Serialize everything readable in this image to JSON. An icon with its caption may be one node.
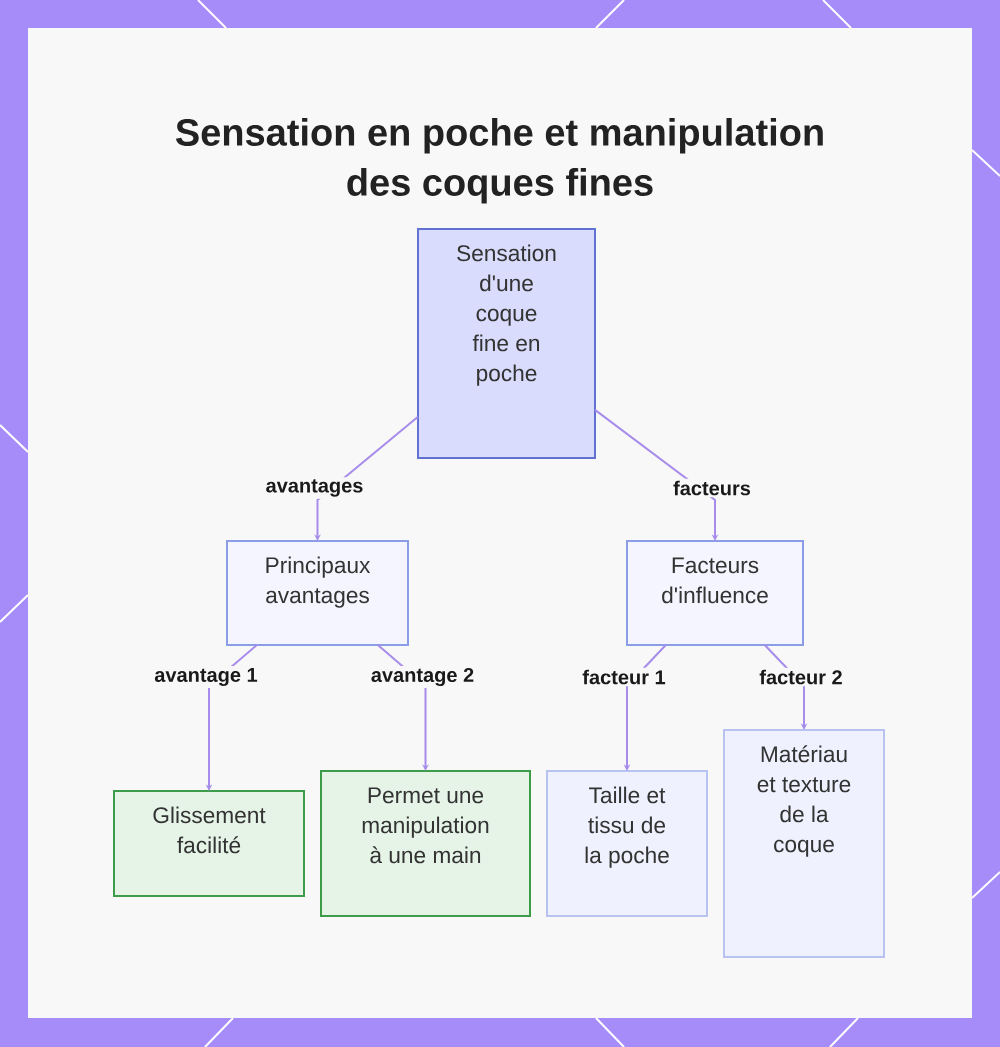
{
  "diagram": {
    "title": "Sensation en poche et manipulation des coques fines",
    "nodes": [
      {
        "text": [
          "Sensation d'une coque fine en poche"
        ]
      },
      {
        "text": [
          "Principaux avantages"
        ]
      },
      {
        "text": [
          "Facteurs d'influence"
        ]
      },
      {
        "text": [
          "Glissement facilité"
        ]
      },
      {
        "text": [
          "Permet une manipulation à une main"
        ]
      },
      {
        "text": [
          "Taille et tissu de la poche"
        ]
      },
      {
        "text": [
          "Matériau et texture de la coque"
        ]
      }
    ],
    "edges": [
      {
        "from": 0,
        "to": 1,
        "arrow": "to",
        "label": "avantages"
      },
      {
        "from": 0,
        "to": 2,
        "arrow": "to",
        "label": "facteurs"
      },
      {
        "from": 1,
        "to": 3,
        "arrow": "to",
        "label": "avantage 1"
      },
      {
        "from": 1,
        "to": 4,
        "arrow": "to",
        "label": "avantage 2"
      },
      {
        "from": 2,
        "to": 5,
        "arrow": "to",
        "label": "facteur 1"
      },
      {
        "from": 2,
        "to": 6,
        "arrow": "to",
        "label": "facteur 2"
      }
    ]
  }
}
